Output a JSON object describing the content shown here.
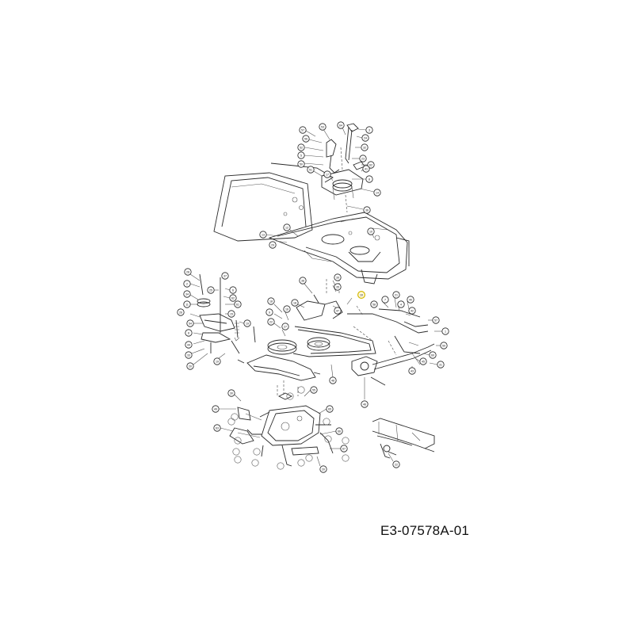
{
  "drawing_number": "E3-07578A-01",
  "callouts": [
    {
      "label": "57"
    },
    {
      "label": "53"
    },
    {
      "label": "64"
    },
    {
      "label": "3"
    },
    {
      "label": "56"
    },
    {
      "label": "24"
    },
    {
      "label": "52"
    },
    {
      "label": "32"
    },
    {
      "label": "5"
    },
    {
      "label": "50"
    },
    {
      "label": "23"
    },
    {
      "label": "62"
    },
    {
      "label": "41"
    },
    {
      "label": "51"
    },
    {
      "label": "8"
    },
    {
      "label": "17"
    },
    {
      "label": "14"
    },
    {
      "label": "36"
    },
    {
      "label": "12"
    },
    {
      "label": "13"
    },
    {
      "label": "29"
    },
    {
      "label": "10"
    },
    {
      "label": "28"
    },
    {
      "label": "37"
    },
    {
      "label": "2"
    },
    {
      "label": "25"
    },
    {
      "label": "6"
    },
    {
      "label": "34"
    },
    {
      "label": "62"
    },
    {
      "label": "11"
    },
    {
      "label": "61"
    },
    {
      "label": "26"
    },
    {
      "label": "15"
    },
    {
      "label": "54"
    },
    {
      "label": "19"
    },
    {
      "label": "8"
    },
    {
      "label": "44"
    },
    {
      "label": "33"
    },
    {
      "label": "20"
    },
    {
      "label": "19"
    },
    {
      "label": "18"
    },
    {
      "label": "9"
    },
    {
      "label": "22"
    },
    {
      "label": "16"
    },
    {
      "label": "27"
    },
    {
      "label": "38"
    },
    {
      "label": "39"
    },
    {
      "label": "35"
    },
    {
      "label": "18"
    },
    {
      "label": "47"
    },
    {
      "label": "10"
    },
    {
      "label": "58"
    },
    {
      "label": "7"
    },
    {
      "label": "21"
    },
    {
      "label": "4"
    },
    {
      "label": "40"
    },
    {
      "label": "42"
    },
    {
      "label": "57"
    },
    {
      "label": "1"
    },
    {
      "label": "59"
    },
    {
      "label": "60"
    },
    {
      "label": "45"
    },
    {
      "label": "31"
    },
    {
      "label": "43"
    },
    {
      "label": "46"
    },
    {
      "label": "48"
    },
    {
      "label": "30"
    },
    {
      "label": "49"
    },
    {
      "label": "63"
    },
    {
      "label": "55"
    },
    {
      "label": "65"
    },
    {
      "label": "66"
    },
    {
      "label": "67"
    },
    {
      "label": "20"
    },
    {
      "label": "22"
    }
  ]
}
